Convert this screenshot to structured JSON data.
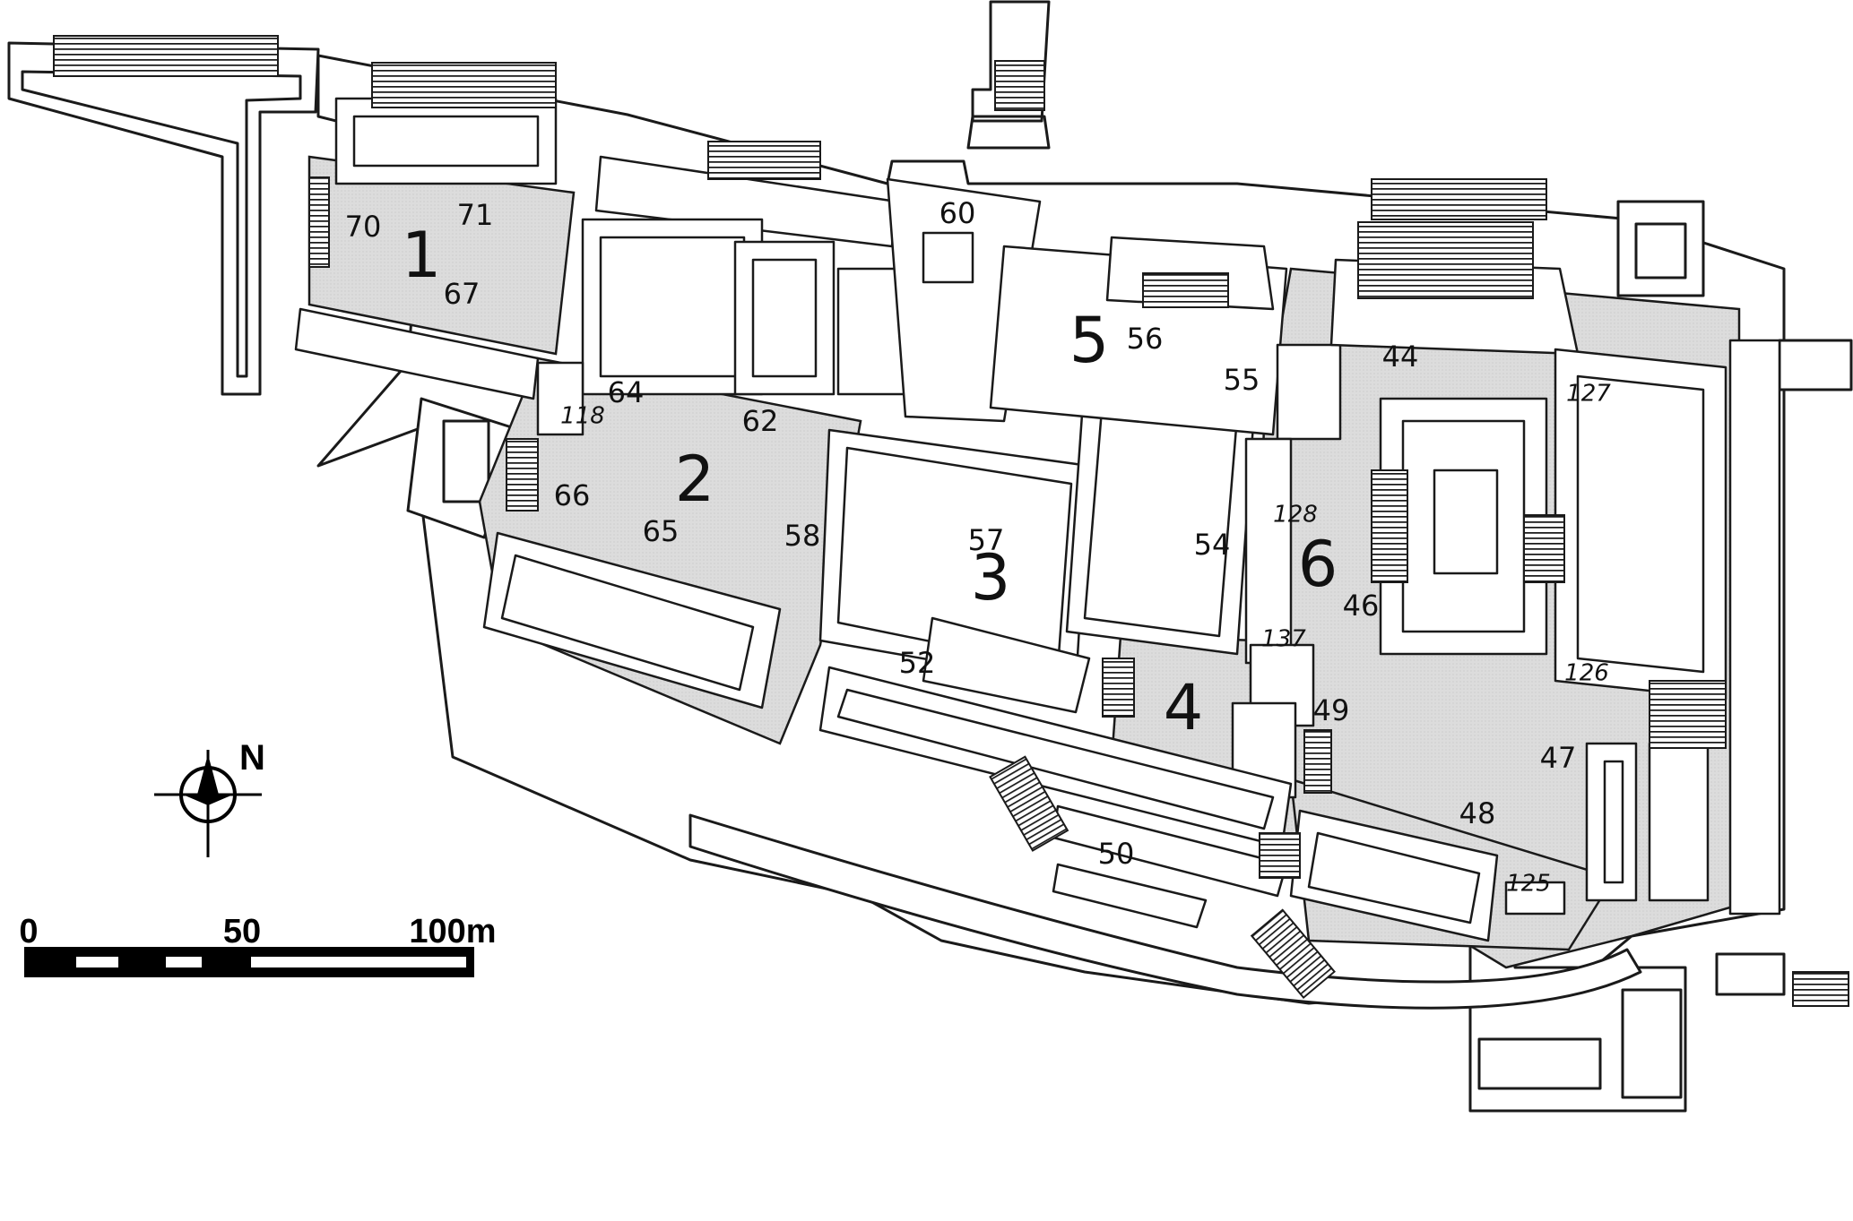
{
  "map": {
    "court_labels": [
      "1",
      "2",
      "3",
      "4",
      "5",
      "6"
    ],
    "room_labels": [
      "70",
      "71",
      "67",
      "64",
      "118",
      "62",
      "66",
      "65",
      "58",
      "60",
      "57",
      "52",
      "5",
      "56",
      "55",
      "54",
      "128",
      "44",
      "127",
      "46",
      "126",
      "137",
      "49",
      "47",
      "48",
      "50",
      "125"
    ],
    "north_label": "N",
    "scale": {
      "ticks": [
        "0",
        "50",
        "100m"
      ]
    },
    "colors": {
      "ink": "#1a1a1a",
      "courtyard": "#d9d9d9",
      "wall": "#ffffff",
      "hatch": "#2a2a2a"
    }
  }
}
